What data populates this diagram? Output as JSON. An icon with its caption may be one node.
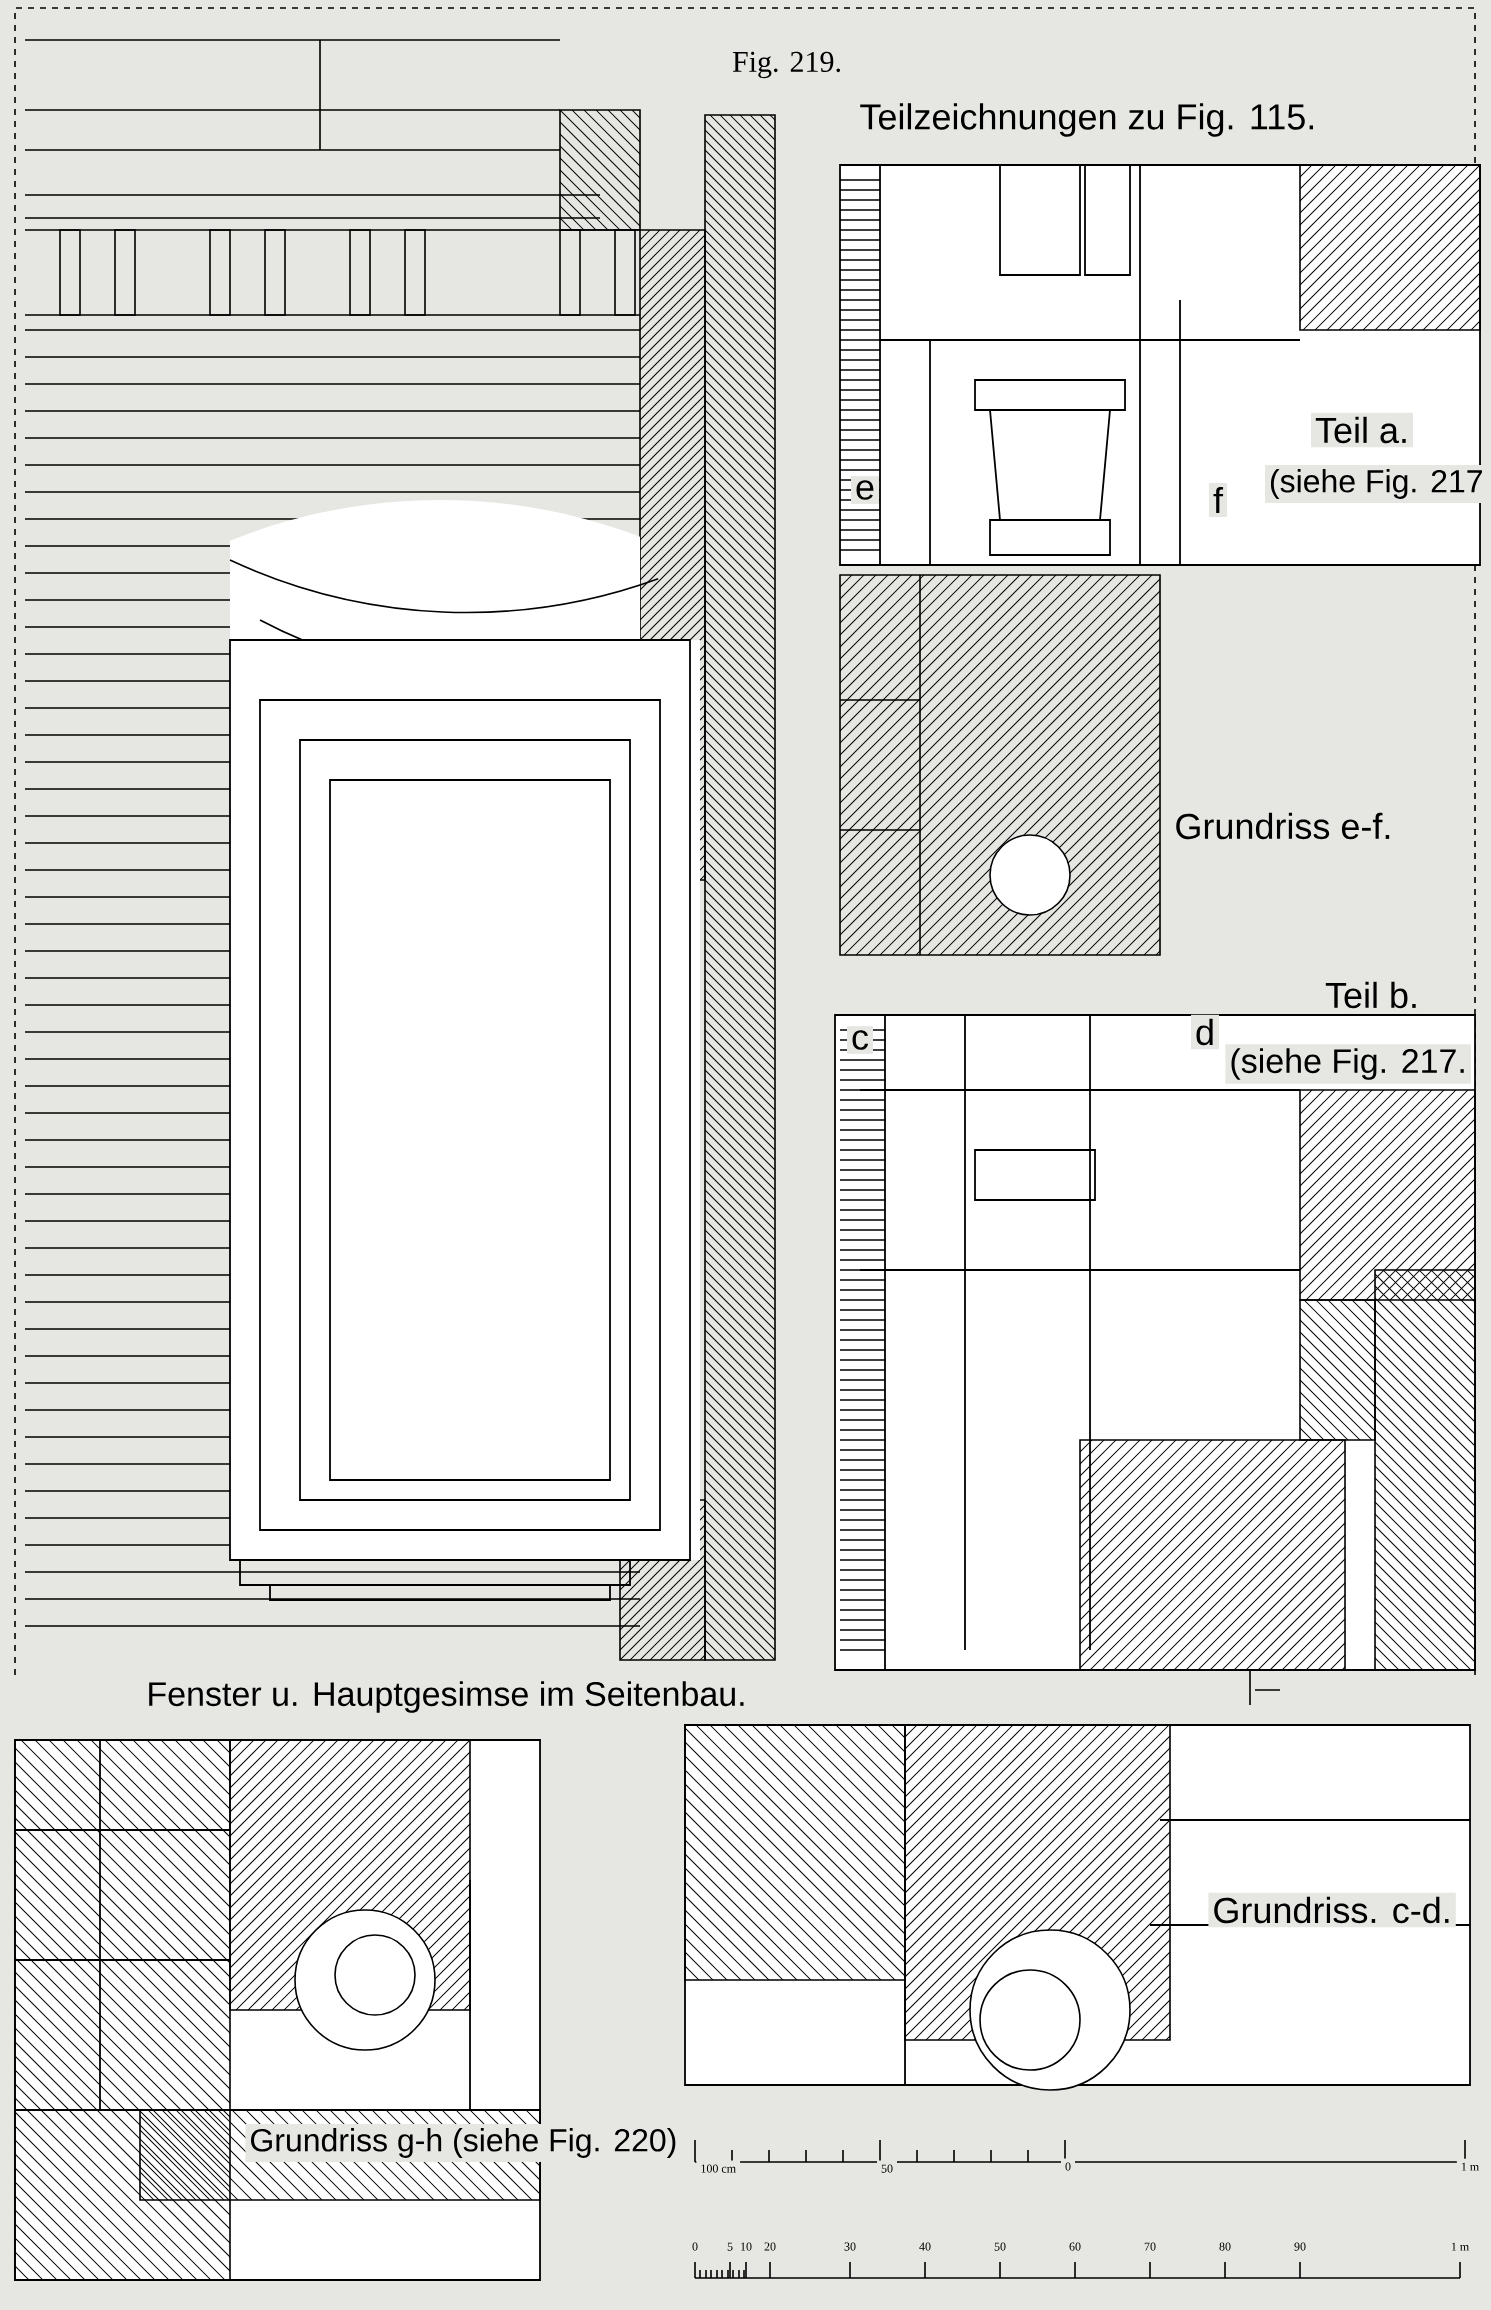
{
  "diagram": {
    "labels": [
      "Fig. 219.",
      "Teilzeichnungen zu Fig. 115.",
      "Teil a.",
      "(siehe Fig. 217",
      "e",
      "f",
      "Grundriss e-f.",
      "c",
      "d",
      "Teil b.",
      "(siehe Fig. 217.",
      "Fenster u. Hauptgesimse im Seitenbau.",
      "Grundriss. c-d.",
      "100 cm",
      "50",
      "0",
      "1 m",
      "Grundriss g-h (siehe Fig. 220)",
      "0",
      "5",
      "10",
      "20",
      "30",
      "40",
      "50",
      "60",
      "70",
      "80",
      "90",
      "1 m"
    ]
  }
}
